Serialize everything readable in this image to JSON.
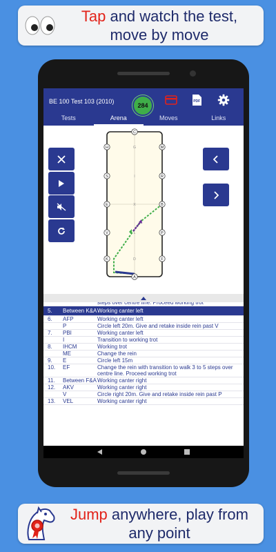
{
  "top_banner": {
    "highlight": "Tap",
    "text": " and watch the test, move by move"
  },
  "bottom_banner": {
    "highlight": "Jump",
    "text": " anywhere, play from any point"
  },
  "app": {
    "title": "BE 100 Test 103 (2010)",
    "score": "284",
    "tabs": [
      "Tests",
      "Arena",
      "Moves",
      "Links"
    ],
    "active_tab": "Arena"
  },
  "arena_letters": {
    "center": [
      "C",
      "G",
      "I",
      "X",
      "L",
      "D",
      "A"
    ],
    "left": [
      "H",
      "S",
      "E",
      "V",
      "K"
    ],
    "right": [
      "M",
      "R",
      "B",
      "P",
      "F"
    ]
  },
  "moves": [
    {
      "num": "",
      "code": "",
      "text": "steps over centre line. Proceed working trot",
      "partial": true
    },
    {
      "num": "5.",
      "code": "Between K&A",
      "text": "Working canter left",
      "selected": true
    },
    {
      "num": "6.",
      "code": "AFP",
      "text": "Working canter left"
    },
    {
      "num": "",
      "code": "P",
      "text": "Circle left 20m. Give and retake inside rein past V"
    },
    {
      "num": "7.",
      "code": "PBI",
      "text": "Working canter left"
    },
    {
      "num": "",
      "code": "I",
      "text": "Transition to working trot"
    },
    {
      "num": "8.",
      "code": "IHCM",
      "text": "Working trot"
    },
    {
      "num": "",
      "code": "ME",
      "text": "Change the rein"
    },
    {
      "num": "9.",
      "code": "E",
      "text": "Circle left 15m"
    },
    {
      "num": "10.",
      "code": "EF",
      "text": "Change the rein with transition to walk 3 to 5 steps over centre line. Proceed working trot"
    },
    {
      "num": "11.",
      "code": "Between F&A",
      "text": "Working canter right"
    },
    {
      "num": "12.",
      "code": "AKV",
      "text": "Working canter right"
    },
    {
      "num": "",
      "code": "V",
      "text": "Circle right 20m. Give and retake inside rein past P"
    },
    {
      "num": "13.",
      "code": "VEL",
      "text": "Working canter right",
      "partial": true
    }
  ],
  "colors": {
    "primary": "#2a3990",
    "accent": "#e2231a",
    "background": "#4a90e2",
    "score": "#3fae49",
    "path_green": "#3fae49",
    "path_purple": "#6a2c9a"
  }
}
